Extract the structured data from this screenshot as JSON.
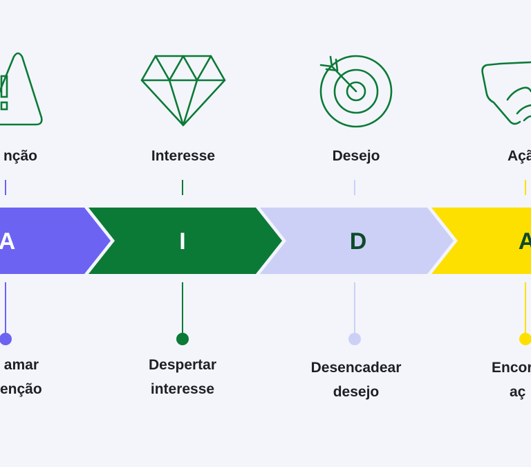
{
  "stages": [
    {
      "key": "a",
      "letter": "A",
      "top_label": "nção",
      "bottom_line1": "amar",
      "bottom_line2": "enção",
      "icon": "warning-triangle-icon",
      "color": "#6c63f2",
      "letter_color": "#ffffff"
    },
    {
      "key": "i",
      "letter": "I",
      "top_label": "Interesse",
      "bottom_line1": "Despertar",
      "bottom_line2": "interesse",
      "icon": "diamond-icon",
      "color": "#0b7a36",
      "letter_color": "#ffffff"
    },
    {
      "key": "d",
      "letter": "D",
      "top_label": "Desejo",
      "bottom_line1": "Desencadear",
      "bottom_line2": "desejo",
      "icon": "target-icon",
      "color": "#cdd0f6",
      "letter_color": "#0d4a2a"
    },
    {
      "key": "a2",
      "letter": "A",
      "top_label": "Açã",
      "bottom_line1": "Encor",
      "bottom_line2": "aç",
      "icon": "handshake-icon",
      "color": "#fde000",
      "letter_color": "#0d4a2a"
    }
  ],
  "colors": {
    "background": "#f3f5fb",
    "icon_stroke": "#0b7a36",
    "text": "#1d1f24"
  }
}
